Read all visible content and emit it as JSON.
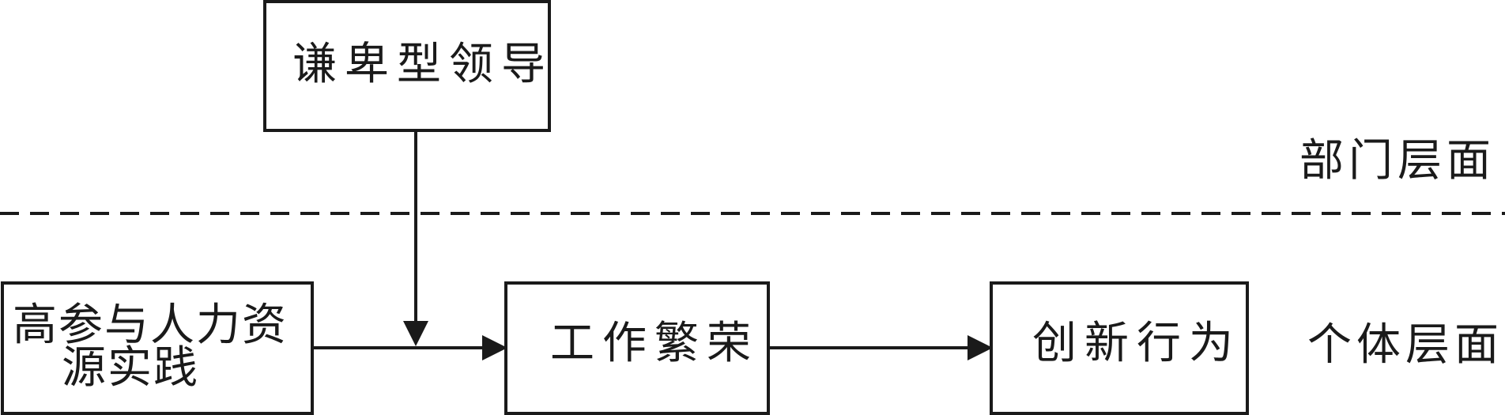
{
  "nodes": {
    "humble_leadership": "谦卑型领导",
    "hr_practice_line1": "高参与人力资",
    "hr_practice_line2": "源实践",
    "thriving_at_work": "工作繁荣",
    "innovative_behavior": "创新行为"
  },
  "levels": {
    "department": "部门层面",
    "individual": "个体层面"
  },
  "colors": {
    "ink": "#1a1a1a",
    "background": "#ffffff"
  }
}
